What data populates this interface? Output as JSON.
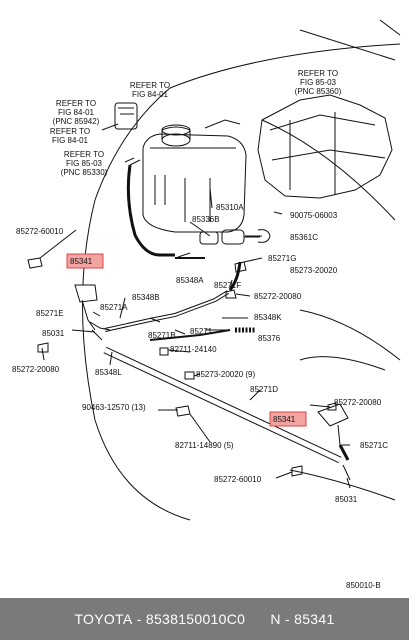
{
  "diagram": {
    "refs": {
      "r1": [
        "REFER TO",
        "FIG 84-01"
      ],
      "r2": [
        "REFER TO",
        "FIG 85-03",
        "(PNC 85360)"
      ],
      "r3": [
        "REFER TO",
        "FIG 84-01",
        "(PNC 85942)"
      ],
      "r4": [
        "REFER TO",
        "FIG 84-01"
      ],
      "r5": [
        "REFER TO",
        "FIG 85-03",
        "(PNC 85330)"
      ]
    },
    "labels": {
      "p85310A": "85310A",
      "p90075": "90075-06003",
      "p85336B": "85336B",
      "p85361C": "85361C",
      "p85272_60010_a": "85272-60010",
      "p85341_a": "85341",
      "p85271G": "85271G",
      "p85273_20020_a": "85273-20020",
      "p85348A": "85348A",
      "p85271F": "85271F",
      "p85272_20080_a": "85272-20080",
      "p85348B": "85348B",
      "p85271E": "85271E",
      "p85271A": "85271A",
      "p85348K": "85348K",
      "p85031_a": "85031",
      "p85271B": "85271B",
      "p85271": "85271",
      "p85376": "85376",
      "p85272_20080_b": "85272-20080",
      "p85348L": "85348L",
      "p82711_24140": "82711-24140",
      "p85273_20020_b": "85273-20020 (9)",
      "p85271D": "85271D",
      "p90463": "90463-12570 (13)",
      "p85341_b": "85341",
      "p85272_20080_c": "85272-20080",
      "p85271C": "85271C",
      "p82711_14890": "82711-14890 (5)",
      "p85272_60010_b": "85272-60010",
      "p85031_b": "85031",
      "code": "850010-B"
    },
    "highlight_color": "#f4a3a3"
  },
  "footer": {
    "brand": "TOYOTA",
    "part_number": "8538150010C0",
    "ref_number": "N - 85341"
  }
}
